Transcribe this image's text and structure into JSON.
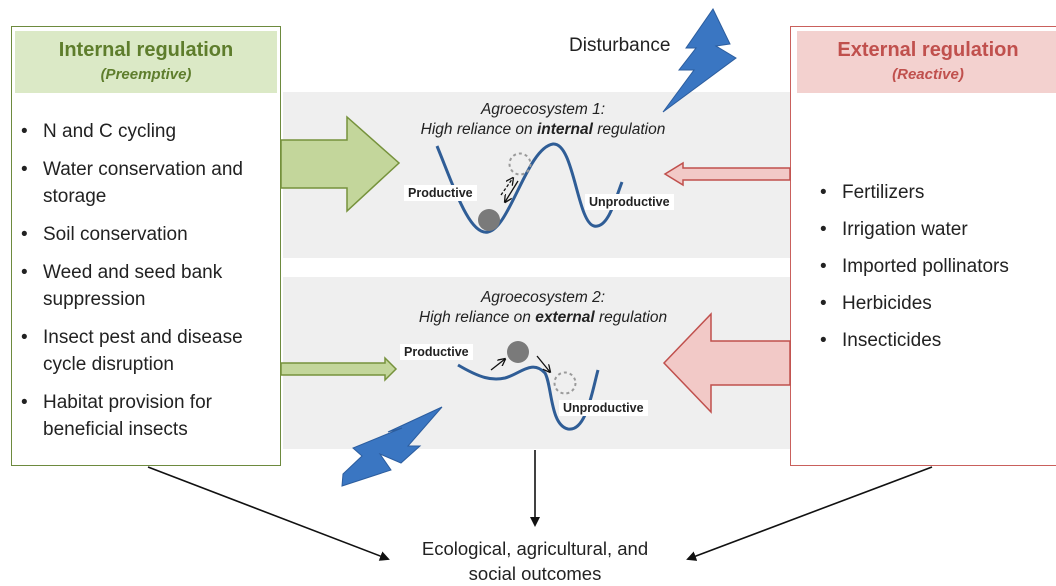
{
  "internal": {
    "title": "Internal regulation",
    "subtitle": "(Preemptive)",
    "items": [
      "N and C cycling",
      "Water conservation and storage",
      "Soil conservation",
      "Weed and seed bank suppression",
      "Insect pest and disease cycle disruption",
      "Habitat provision for beneficial insects"
    ]
  },
  "external": {
    "title": "External regulation",
    "subtitle": "(Reactive)",
    "items": [
      "Fertilizers",
      "Irrigation water",
      "Imported pollinators",
      "Herbicides",
      "Insecticides"
    ]
  },
  "disturbance": "Disturbance",
  "eco1": {
    "line1": "Agroecosystem 1:",
    "line2_pre": "High reliance on ",
    "line2_bold": "internal",
    "line2_post": " regulation",
    "productive": "Productive",
    "unproductive": "Unproductive"
  },
  "eco2": {
    "line1": "Agroecosystem 2:",
    "line2_pre": "High reliance on ",
    "line2_bold": "external",
    "line2_post": " regulation",
    "productive": "Productive",
    "unproductive": "Unproductive"
  },
  "outcome": {
    "line1": "Ecological, agricultural, and",
    "line2": "social outcomes"
  },
  "colors": {
    "internal_accent": "#5e7d2c",
    "internal_fill": "#c3d69b",
    "external_accent": "#c0504d",
    "external_fill": "#f2c9c7",
    "lightning": "#3a76c2",
    "curve": "#2f5d96"
  }
}
